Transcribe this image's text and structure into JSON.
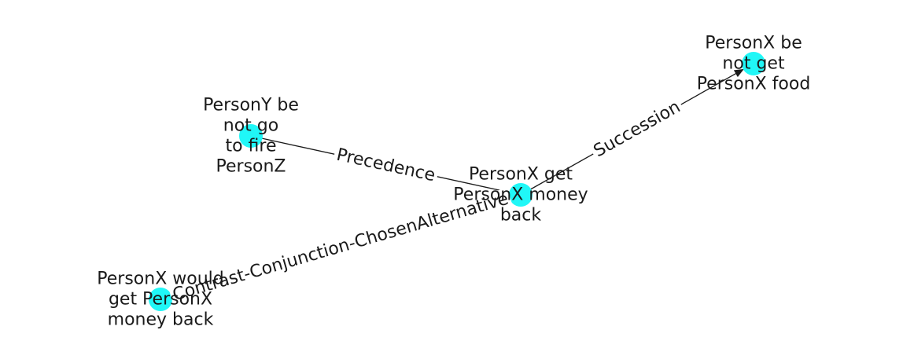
{
  "graph": {
    "node_color": "#20f7f7",
    "edge_color": "#1a1a1a",
    "text_color": "#1a1a1a",
    "nodes": [
      {
        "id": "n_get_money_back",
        "lines": [
          "PersonX get",
          "PersonX money",
          "back"
        ]
      },
      {
        "id": "n_personx_not_get_food",
        "lines": [
          "PersonX be",
          "not get",
          "PersonX food"
        ]
      },
      {
        "id": "n_persony_not_fire",
        "lines": [
          "PersonY be",
          "not go",
          "to fire",
          "PersonZ"
        ]
      },
      {
        "id": "n_would_get_money_back",
        "lines": [
          "PersonX would",
          "get PersonX",
          "money back"
        ]
      }
    ],
    "edges": [
      {
        "id": "e_succession",
        "source": "n_get_money_back",
        "target": "n_personx_not_get_food",
        "label": "Succession",
        "directed": true
      },
      {
        "id": "e_precedence",
        "source": "n_get_money_back",
        "target": "n_persony_not_fire",
        "label": "Precedence",
        "directed": false
      },
      {
        "id": "e_contrast",
        "source": "n_get_money_back",
        "target": "n_would_get_money_back",
        "label": "Contrast-Conjunction-ChosenAlternative",
        "directed": false
      }
    ]
  }
}
